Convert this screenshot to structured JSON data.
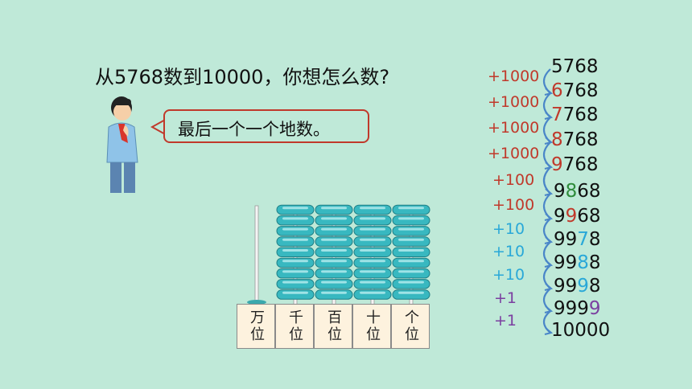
{
  "question": "从5768数到10000，你想怎么数?",
  "bubble_text": "最后一个一个地数。",
  "abacus": {
    "places": [
      "万位",
      "千位",
      "百位",
      "十位",
      "个位"
    ],
    "bead_counts": [
      0,
      9,
      9,
      9,
      9
    ]
  },
  "steps": [
    {
      "text": "+1000",
      "color": "#c0392b"
    },
    {
      "text": "+1000",
      "color": "#c0392b"
    },
    {
      "text": "+1000",
      "color": "#c0392b"
    },
    {
      "text": "+1000",
      "color": "#c0392b"
    },
    {
      "text": "+100",
      "color": "#c0392b"
    },
    {
      "text": "+100",
      "color": "#c0392b"
    },
    {
      "text": "+10",
      "color": "#29a8d8"
    },
    {
      "text": "+10",
      "color": "#29a8d8"
    },
    {
      "text": "+10",
      "color": "#29a8d8"
    },
    {
      "text": "+1",
      "color": "#7b3fa0"
    },
    {
      "text": "+1",
      "color": "#7b3fa0"
    }
  ],
  "numbers": [
    {
      "before": "",
      "hl": "",
      "after": "5768",
      "color": "#111111"
    },
    {
      "before": "",
      "hl": "6",
      "after": "768",
      "color": "#c0392b"
    },
    {
      "before": "",
      "hl": "7",
      "after": "768",
      "color": "#c0392b"
    },
    {
      "before": "",
      "hl": "8",
      "after": "768",
      "color": "#c0392b"
    },
    {
      "before": "",
      "hl": "9",
      "after": "768",
      "color": "#c0392b"
    },
    {
      "before": "9",
      "hl": "8",
      "after": "68",
      "color": "#2e8b3a"
    },
    {
      "before": "9",
      "hl": "9",
      "after": "68",
      "color": "#c0392b"
    },
    {
      "before": "99",
      "hl": "7",
      "after": "8",
      "color": "#29a8d8"
    },
    {
      "before": "99",
      "hl": "8",
      "after": "8",
      "color": "#29a8d8"
    },
    {
      "before": "99",
      "hl": "9",
      "after": "8",
      "color": "#29a8d8"
    },
    {
      "before": "999",
      "hl": "9",
      "after": "",
      "color": "#7b3fa0"
    },
    {
      "before": "",
      "hl": "",
      "after": "10000",
      "color": "#111111"
    }
  ]
}
